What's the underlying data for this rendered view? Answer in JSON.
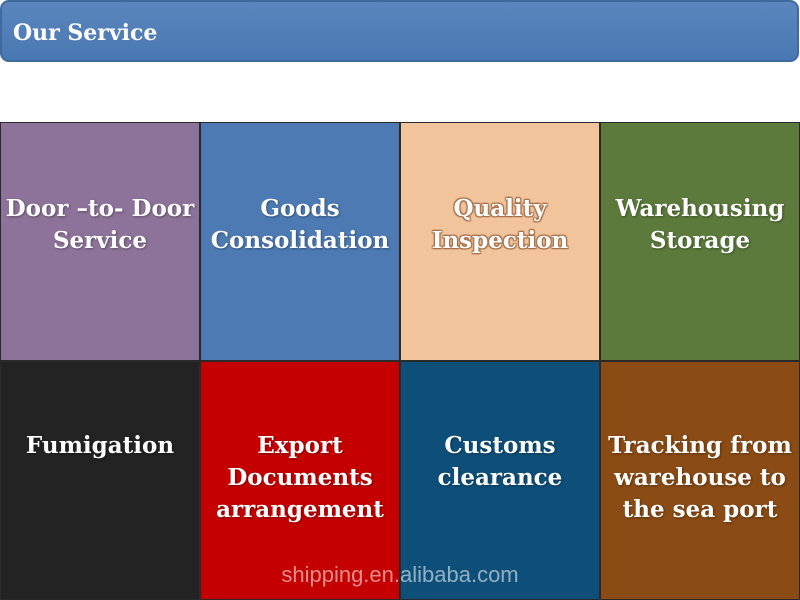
{
  "header": {
    "title": "Our Service",
    "color": "#4f7db6"
  },
  "tiles": [
    {
      "label": "Door –to- Door\nService",
      "color": "#8d7299"
    },
    {
      "label": "Goods\nConsolidation",
      "color": "#4d7ab3"
    },
    {
      "label": "Quality\nInspection",
      "color": "#f2c49c"
    },
    {
      "label": "Warehousing\nStorage",
      "color": "#5b7a3b"
    },
    {
      "label": "Fumigation",
      "color": "#232323"
    },
    {
      "label": "Export\nDocuments\narrangement",
      "color": "#c40000"
    },
    {
      "label": "Customs\nclearance",
      "color": "#0d4f79"
    },
    {
      "label": "Tracking from\nwarehouse  to\nthe sea port",
      "color": "#8a4b14"
    }
  ],
  "watermark": "shipping.en.alibaba.com"
}
